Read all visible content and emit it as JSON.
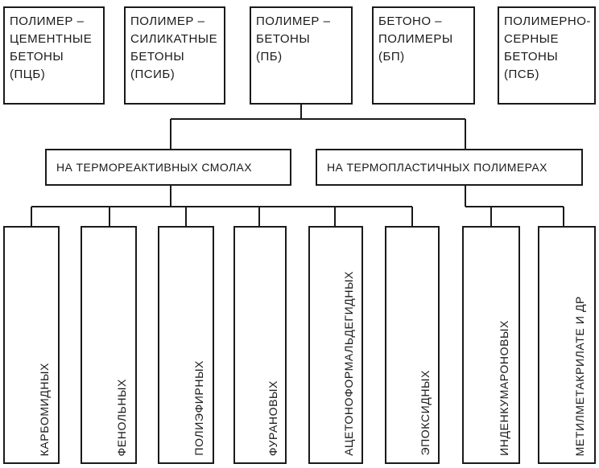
{
  "concrete_types": [
    {
      "lines": [
        "ПОЛИМЕР –",
        "ЦЕМЕНТНЫЕ",
        "БЕТОНЫ",
        "(ПЦБ)"
      ]
    },
    {
      "lines": [
        "ПОЛИМЕР –",
        "СИЛИКАТНЫЕ",
        "БЕТОНЫ",
        "(ПСИБ)"
      ]
    },
    {
      "lines": [
        "ПОЛИМЕР –",
        "БЕТОНЫ",
        "(ПБ)"
      ]
    },
    {
      "lines": [
        "БЕТОНО –",
        "ПОЛИМЕРЫ",
        "(БП)"
      ]
    },
    {
      "lines": [
        "ПОЛИМЕРНО-",
        "СЕРНЫЕ",
        "БЕТОНЫ",
        "(ПСБ)"
      ]
    }
  ],
  "binder_groups": {
    "thermosetting": "НА ТЕРМОРЕАКТИВНЫХ СМОЛАХ",
    "thermoplastic": "НА ТЕРМОПЛАСТИЧНЫХ ПОЛИМЕРАХ"
  },
  "binder_kinds": [
    "КАРБОМИДНЫХ",
    "ФЕНОЛЬНЫХ",
    "ПОЛИЭФИРНЫХ",
    "ФУРАНОВЫХ",
    "АЦЕТОНОФОРМАЛЬДЕГИДНЫХ",
    "ЭПОКСИДНЫХ",
    "ИНДЕНКУМАРОНОВЫХ",
    "МЕТИЛМЕТАКРИЛАТЕ И ДР"
  ]
}
